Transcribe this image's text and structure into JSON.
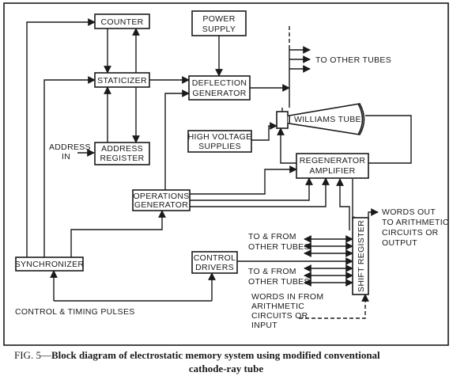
{
  "blocks": {
    "counter": "COUNTER",
    "power_supply": [
      "POWER",
      "SUPPLY"
    ],
    "staticizer": "STATICIZER",
    "deflection_generator": [
      "DEFLECTION",
      "GENERATOR"
    ],
    "williams_tube": "WILLIAMS TUBE",
    "high_voltage_supplies": [
      "HIGH VOLTAGE",
      "SUPPLIES"
    ],
    "address_register": [
      "ADDRESS",
      "REGISTER"
    ],
    "regenerator_amplifier": [
      "REGENERATOR",
      "AMPLIFIER"
    ],
    "operations_generator": [
      "OPERATIONS",
      "GENERATOR"
    ],
    "synchronizer": "SYNCHRONIZER",
    "control_drivers": [
      "CONTROL",
      "DRIVERS"
    ],
    "shift_register": "SHIFT REGISTER"
  },
  "labels": {
    "to_other_tubes": "TO OTHER TUBES",
    "address_in": [
      "ADDRESS",
      "IN"
    ],
    "words_out": [
      "WORDS OUT",
      "TO ARITHMETIC",
      "CIRCUITS OR",
      "OUTPUT"
    ],
    "to_from_1": [
      "TO & FROM",
      "OTHER TUBES"
    ],
    "to_from_2": [
      "TO & FROM",
      "OTHER TUBES"
    ],
    "words_in": [
      "WORDS IN FROM",
      "ARITHMETIC",
      "CIRCUITS OR",
      "INPUT"
    ],
    "control_timing": "CONTROL & TIMING PULSES"
  },
  "caption": {
    "fig": "FIG. 5—",
    "line1": "Block diagram of electrostatic memory system using modified conventional",
    "line2": "cathode-ray tube"
  }
}
